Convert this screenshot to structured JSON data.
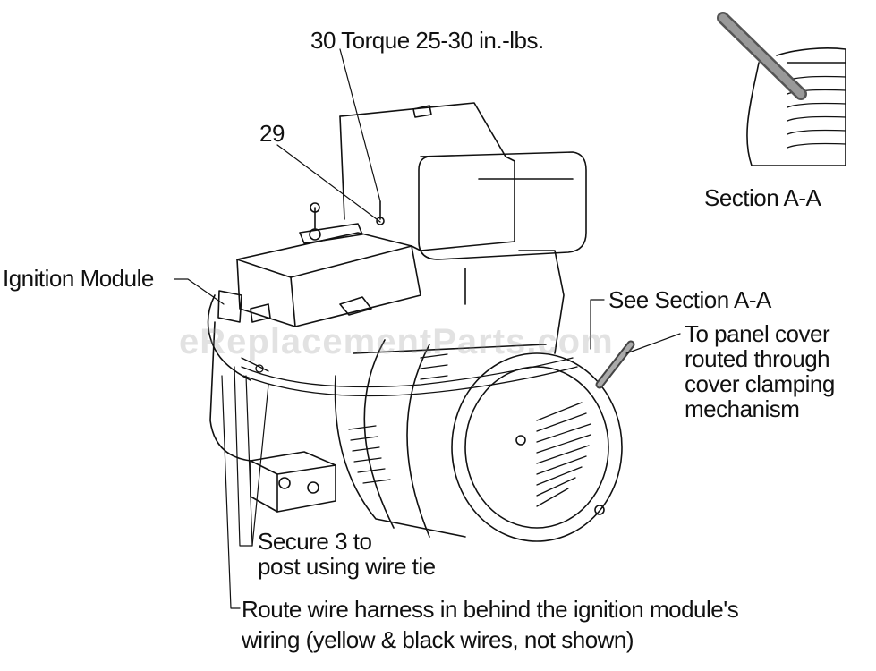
{
  "labels": {
    "part30": "30 Torque 25-30 in.-lbs.",
    "part29": "29",
    "section_aa": "Section A-A",
    "ignition_module": "Ignition Module",
    "see_section": "See Section A-A",
    "panel_cover": [
      "To panel cover",
      "routed through",
      "cover clamping",
      "mechanism"
    ],
    "secure": [
      "Secure 3 to",
      "post using wire tie"
    ],
    "route": [
      "Route wire harness in behind the ignition module's",
      "wiring (yellow & black wires, not shown)"
    ]
  },
  "watermark": "eReplacementParts.com"
}
